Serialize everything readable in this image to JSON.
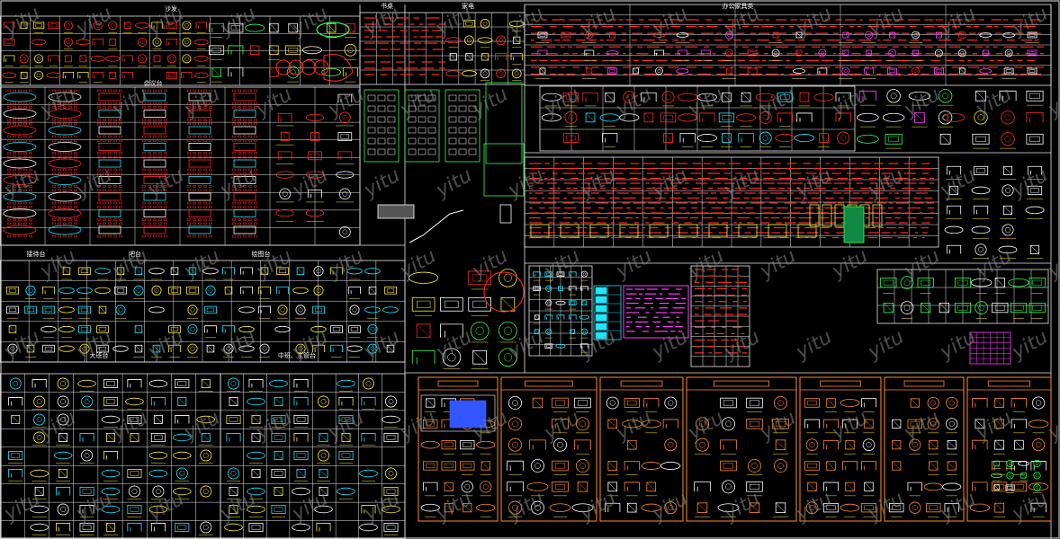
{
  "canvas": {
    "background": "#000000",
    "palette": {
      "grid": "#e8e8e8",
      "red": "#ff2a2a",
      "yellow": "#ffee33",
      "cyan": "#22e6ff",
      "green": "#33ff55",
      "magenta": "#ff3cff",
      "orange": "#ff8c2a",
      "white": "#ffffff",
      "blue": "#3355ff"
    }
  },
  "watermark": {
    "text": "yitu"
  },
  "panels": [
    {
      "id": "sofa",
      "title": "沙发"
    },
    {
      "id": "desk",
      "title": "书桌"
    },
    {
      "id": "appliance",
      "title": "家电"
    },
    {
      "id": "office_furniture",
      "title": "办公家具类"
    },
    {
      "id": "meeting_table",
      "title": "会议台"
    },
    {
      "id": "reception_desk",
      "title": "接待台"
    },
    {
      "id": "bar_counter",
      "title": "吧台"
    },
    {
      "id": "drawing_counter",
      "title": "绘图台"
    },
    {
      "id": "boss_desk",
      "title": "大班台"
    },
    {
      "id": "mid_desk",
      "title": "中班、主管台"
    }
  ]
}
